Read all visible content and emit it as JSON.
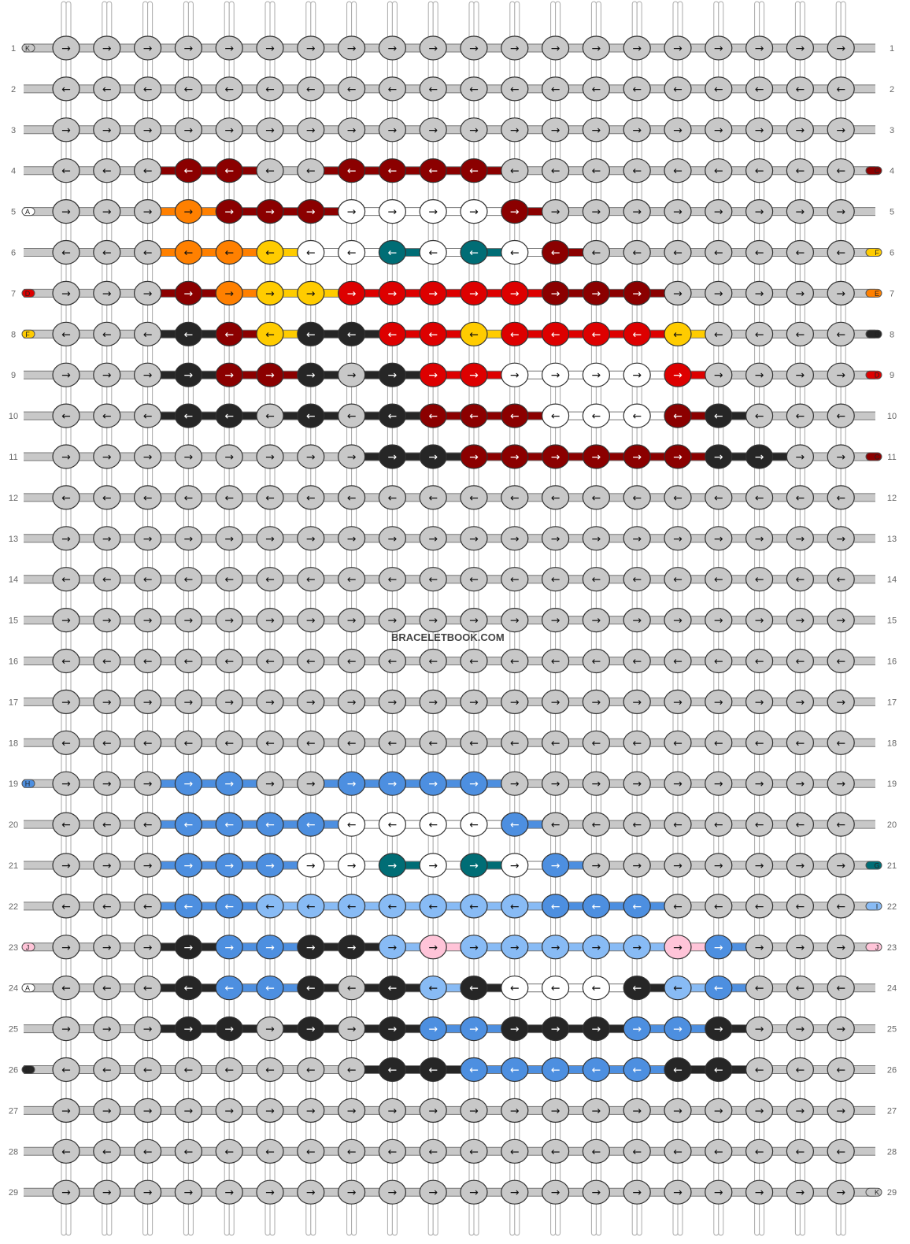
{
  "watermark": "BRACELETBOOK.COM",
  "pattern": {
    "type": "alpha",
    "columns": 20,
    "rows": 29,
    "palette": {
      "0": "#c8c8c8",
      "A": "#ffffff",
      "B": "#262626",
      "C": "#8b0000",
      "D": "#dd0000",
      "E": "#ff8000",
      "F": "#ffcc00",
      "G": "#006d75",
      "H": "#4d8fe0",
      "I": "#88bbf5",
      "J": "#ffc4d8",
      "K": "#c8c8c8"
    },
    "left_labels": {
      "1": "K",
      "5": "A",
      "7": "D",
      "8": "F",
      "19": "H",
      "23": "J",
      "24": "A",
      "26": "B"
    },
    "right_labels": {
      "4": "C",
      "6": "F",
      "7": "E",
      "8": "B",
      "9": "D",
      "11": "C",
      "21": "G",
      "22": "I",
      "23": "J",
      "29": "K"
    },
    "grid": [
      "00000000000000000000",
      "00000000000000000000",
      "00000000000000000000",
      "000CC00CCCC000000000",
      "000ECCCAAAAC00000000",
      "000EEFAAGAGAC0000000",
      "000CEFFDDDDDCCC00000",
      "000BCFBBDDFDDDDF0000",
      "000BCCB0BDDAAAAD0000",
      "000BB0B0BCCCAAACB000",
      "00000000BBCCCCCCBB00",
      "00000000000000000000",
      "00000000000000000000",
      "00000000000000000000",
      "00000000000000000000",
      "00000000000000000000",
      "00000000000000000000",
      "00000000000000000000",
      "000HH00HHHH000000000",
      "000HHHHAAAAH00000000",
      "000HHHAAGAGAH0000000",
      "000HHIIIIIIIHHH00000",
      "000BHHBBIJIIIIIJH000",
      "000BHHB0BIBAAABIH000",
      "000BB0B0BHHBBBHHB000",
      "00000000BBHHHHHBB000",
      "00000000000000000000",
      "00000000000000000000",
      "00000000000000000000"
    ]
  }
}
